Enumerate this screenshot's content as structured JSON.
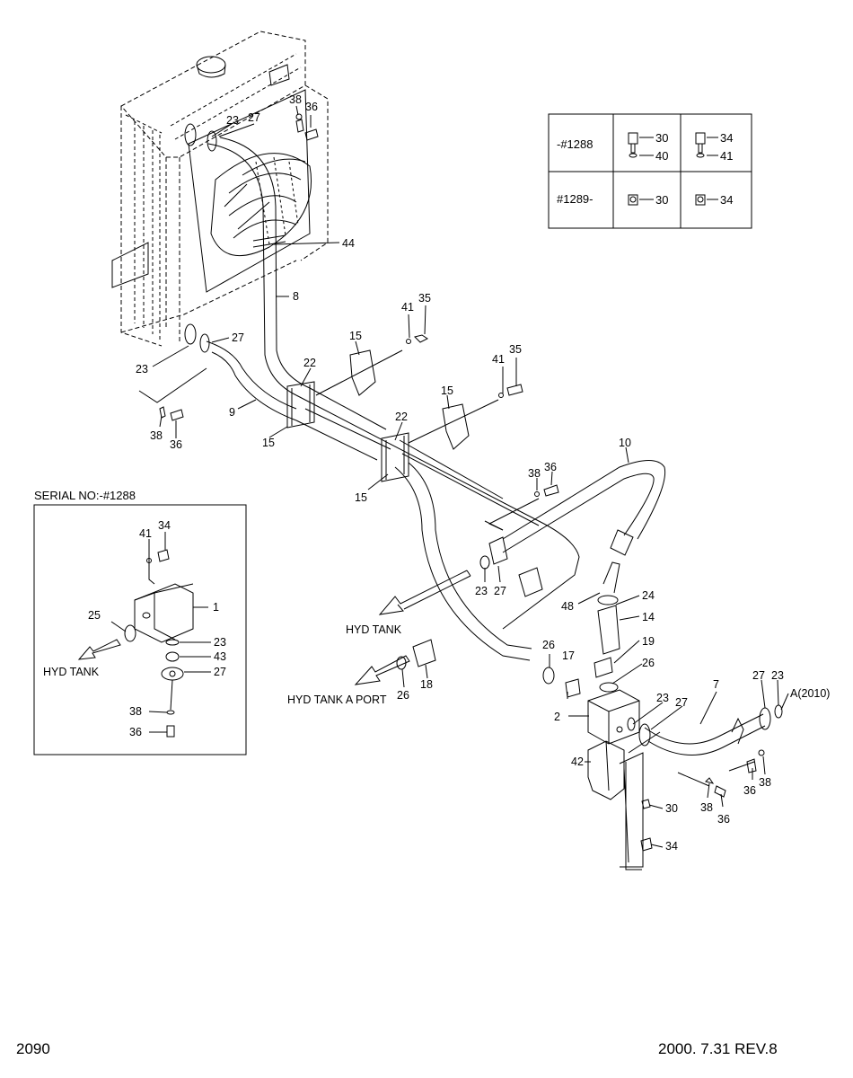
{
  "page_number": "2090",
  "revision": "2000. 7.31  REV.8",
  "table": {
    "row1_serial": "-#1288",
    "row2_serial": "#1289-",
    "r1c2_a": "30",
    "r1c2_b": "40",
    "r1c3_a": "34",
    "r1c3_b": "41",
    "r2c2": "30",
    "r2c3": "34"
  },
  "inset": {
    "title": "SERIAL NO:-#1288",
    "arrow_label": "HYD TANK",
    "callouts": [
      "34",
      "41",
      "1",
      "25",
      "23",
      "43",
      "27",
      "38",
      "36"
    ]
  },
  "main_labels": {
    "hyd_tank": "HYD TANK",
    "hyd_tank_a_port": "HYD TANK A PORT",
    "ref_a": "A(2010)"
  },
  "callouts": {
    "c38a": "38",
    "c36a": "36",
    "c23a": "23",
    "c27a": "27",
    "c44": "44",
    "c8": "8",
    "c27b": "27",
    "c23b": "23",
    "c41a": "41",
    "c35a": "35",
    "c15a": "15",
    "c22a": "22",
    "c9": "9",
    "c38b": "38",
    "c36b": "36",
    "c15b": "15",
    "c41b": "41",
    "c35b": "35",
    "c15c": "15",
    "c22b": "22",
    "c10": "10",
    "c15d": "15",
    "c38c": "38",
    "c36c": "36",
    "c23c": "23",
    "c27c": "27",
    "c48": "48",
    "c24": "24",
    "c14": "14",
    "c26a": "26",
    "c18": "18",
    "c26b": "26",
    "c17": "17",
    "c19": "19",
    "c26c": "26",
    "c2": "2",
    "c23d": "23",
    "c27d": "27",
    "c7": "7",
    "c27e": "27",
    "c23e": "23",
    "c42": "42",
    "c30": "30",
    "c34": "34",
    "c38d": "38",
    "c36d": "36",
    "c36e": "36",
    "c38e": "38"
  },
  "colors": {
    "line": "#000000",
    "background": "#ffffff"
  }
}
